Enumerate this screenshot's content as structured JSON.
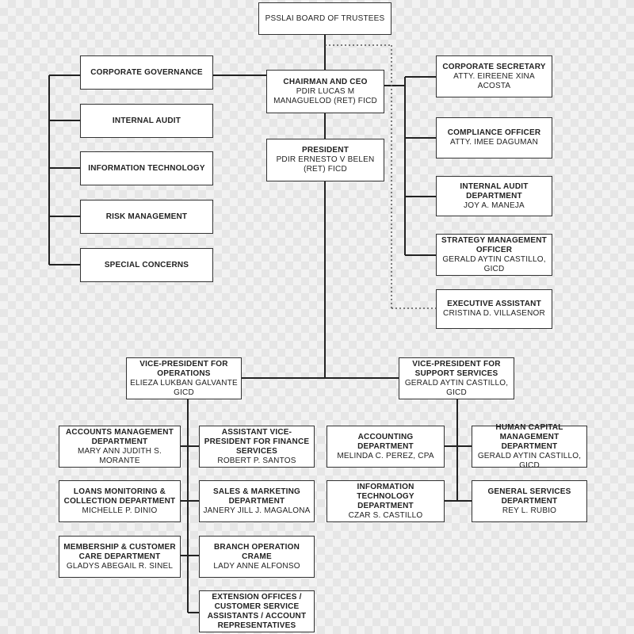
{
  "chart": {
    "board": "PSSLAI BOARD OF TRUSTEES",
    "chairman": {
      "title": "CHAIRMAN AND CEO",
      "name": "PDIR LUCAS M MANAGUELOD (RET) FICD"
    },
    "president": {
      "title": "PRESIDENT",
      "name": "PDIR ERNESTO V BELEN (RET) FICD"
    },
    "left_units": [
      "CORPORATE GOVERNANCE",
      "INTERNAL AUDIT",
      "INFORMATION TECHNOLOGY",
      "RISK MANAGEMENT",
      "SPECIAL CONCERNS"
    ],
    "right_staff": [
      {
        "title": "CORPORATE SECRETARY",
        "name": "ATTY. EIREENE XINA ACOSTA"
      },
      {
        "title": "COMPLIANCE OFFICER",
        "name": "ATTY. IMEE DAGUMAN"
      },
      {
        "title": "INTERNAL AUDIT DEPARTMENT",
        "name": "JOY A. MANEJA"
      },
      {
        "title": "STRATEGY MANAGEMENT OFFICER",
        "name": "GERALD AYTIN CASTILLO, GICD"
      },
      {
        "title": "EXECUTIVE ASSISTANT",
        "name": "CRISTINA D. VILLASENOR"
      }
    ],
    "vp_operations": {
      "title": "VICE-PRESIDENT FOR OPERATIONS",
      "name": "ELIEZA LUKBAN GALVANTE GICD"
    },
    "vp_support": {
      "title": "VICE-PRESIDENT FOR SUPPORT SERVICES",
      "name": "GERALD AYTIN CASTILLO, GICD"
    },
    "ops_left": [
      {
        "title": "ACCOUNTS MANAGEMENT DEPARTMENT",
        "name": "MARY ANN JUDITH S. MORANTE"
      },
      {
        "title": "LOANS MONITORING & COLLECTION DEPARTMENT",
        "name": "MICHELLE P. DINIO"
      },
      {
        "title": "MEMBERSHIP & CUSTOMER CARE DEPARTMENT",
        "name": "GLADYS ABEGAIL R. SINEL"
      }
    ],
    "ops_right": [
      {
        "title": "ASSISTANT VICE-PRESIDENT FOR FINANCE SERVICES",
        "name": "ROBERT P. SANTOS"
      },
      {
        "title": "SALES & MARKETING DEPARTMENT",
        "name": "JANERY JILL J. MAGALONA"
      },
      {
        "title": "BRANCH OPERATION CRAME",
        "name": "LADY ANNE ALFONSO"
      },
      {
        "title": "EXTENSION OFFICES / CUSTOMER SERVICE ASSISTANTS / ACCOUNT REPRESENTATIVES",
        "name": ""
      }
    ],
    "support_left": [
      {
        "title": "ACCOUNTING DEPARTMENT",
        "name": "MELINDA C. PEREZ, CPA"
      },
      {
        "title": "INFORMATION TECHNOLOGY DEPARTMENT",
        "name": "CZAR S. CASTILLO"
      }
    ],
    "support_right": [
      {
        "title": "HUMAN CAPITAL MANAGEMENT DEPARTMENT",
        "name": "GERALD AYTIN CASTILLO, GICD"
      },
      {
        "title": "GENERAL SERVICES DEPARTMENT",
        "name": "REY L. RUBIO"
      }
    ]
  }
}
